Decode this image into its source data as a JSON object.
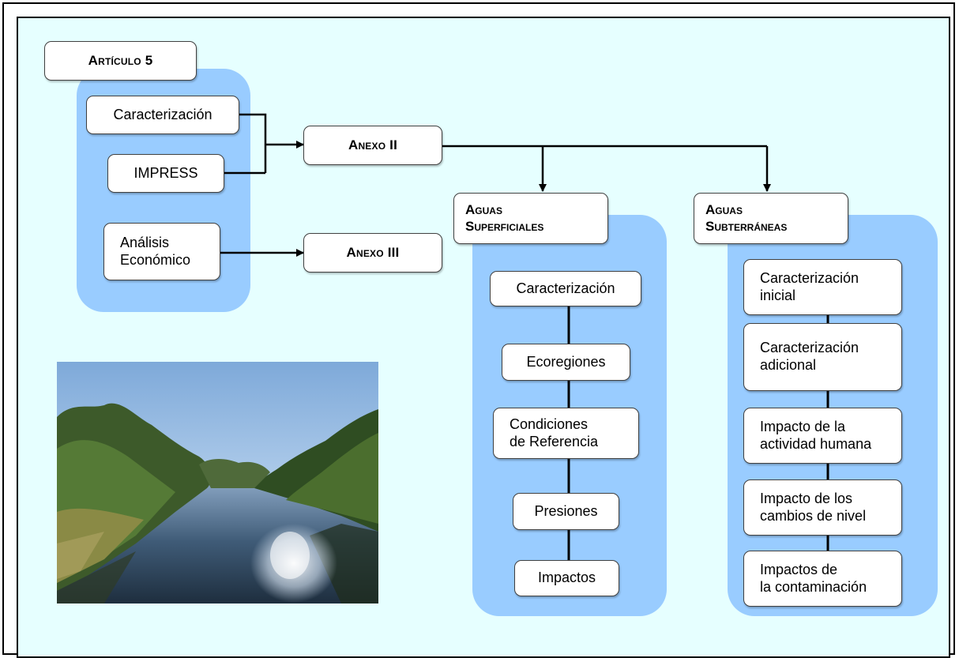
{
  "articulo": {
    "label": "Artículo 5"
  },
  "left_items": {
    "caracterizacion": "Caracterización",
    "impress": "IMPRESS",
    "analisis_line1": "Análisis",
    "analisis_line2": "Económico"
  },
  "anexo2": {
    "label": "Anexo II"
  },
  "anexo3": {
    "label": "Anexo III"
  },
  "superficiales": {
    "title_line1": "Aguas",
    "title_line2": "Superficiales",
    "items": [
      {
        "lines": [
          "Caracterización"
        ]
      },
      {
        "lines": [
          "Ecoregiones"
        ]
      },
      {
        "lines": [
          "Condiciones",
          "de Referencia"
        ]
      },
      {
        "lines": [
          "Presiones"
        ]
      },
      {
        "lines": [
          "Impactos"
        ]
      }
    ]
  },
  "subterraneas": {
    "title_line1": "Aguas",
    "title_line2": "Subterráneas",
    "items": [
      {
        "lines": [
          "Caracterización",
          "inicial"
        ]
      },
      {
        "lines": [
          "Caracterización",
          "adicional"
        ]
      },
      {
        "lines": [
          "Impacto de la",
          "actividad humana"
        ]
      },
      {
        "lines": [
          "Impacto de los",
          "cambios de nivel"
        ]
      },
      {
        "lines": [
          "Impactos de",
          "la contaminación"
        ]
      }
    ]
  },
  "photo": {
    "icon": "river-photo"
  },
  "colors": {
    "background": "#e6ffff",
    "panel": "#99ccff",
    "box": "#ffffff",
    "line": "#000000"
  }
}
